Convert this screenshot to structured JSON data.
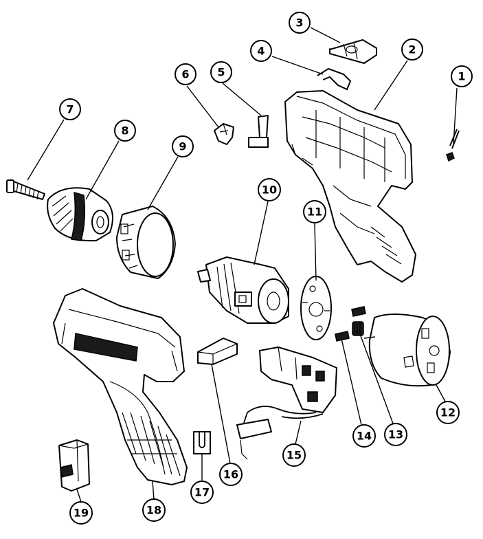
{
  "callouts": [
    "1",
    "2",
    "3",
    "4",
    "5",
    "6",
    "7",
    "8",
    "9",
    "10",
    "11",
    "12",
    "13",
    "14",
    "15",
    "16",
    "17",
    "18",
    "19"
  ],
  "colors": {
    "line": "#000000",
    "background": "#ffffff"
  }
}
